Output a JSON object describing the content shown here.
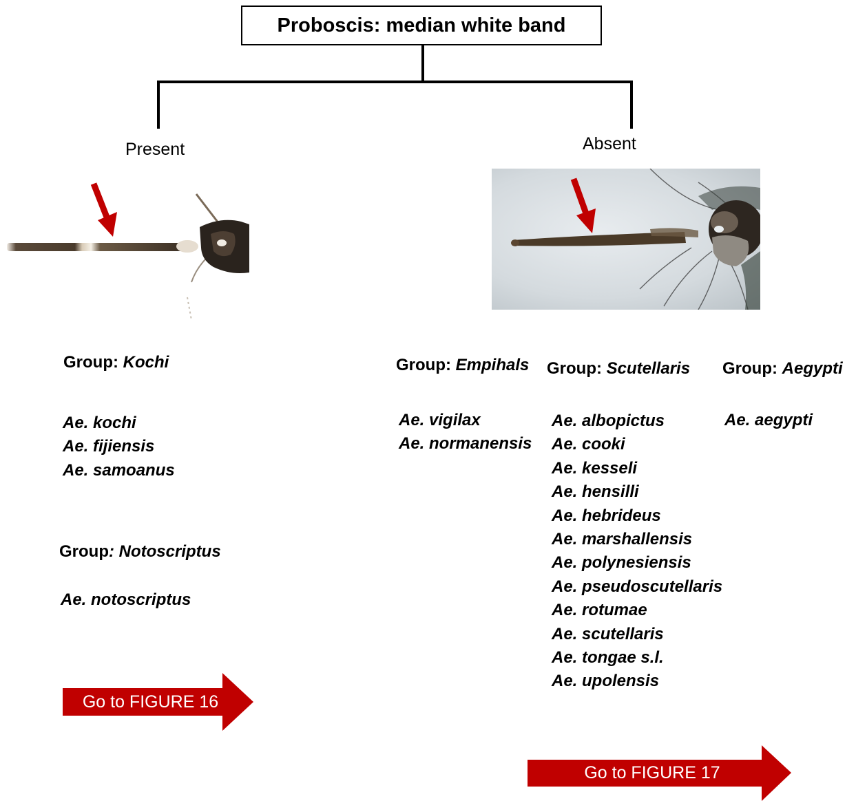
{
  "title": "Proboscis:  median white band",
  "branches": {
    "present": {
      "label": "Present"
    },
    "absent": {
      "label": "Absent"
    }
  },
  "colors": {
    "arrow_red": "#c00000",
    "line": "#000000"
  },
  "groups": {
    "kochi": {
      "prefix": "Group: ",
      "name": "Kochi",
      "species": [
        "Ae. kochi",
        "Ae. fijiensis",
        "Ae. samoanus"
      ]
    },
    "notoscriptus": {
      "prefix": "Group",
      "name": ": Notoscriptus",
      "species": [
        "Ae. notoscriptus"
      ]
    },
    "empihals": {
      "prefix": "Group: ",
      "name": "Empihals",
      "species": [
        "Ae. vigilax",
        "Ae. normanensis"
      ]
    },
    "scutellaris": {
      "prefix": "Group: ",
      "name": "Scutellaris",
      "species": [
        "Ae. albopictus",
        "Ae. cooki",
        "Ae. kesseli",
        "Ae. hensilli",
        "Ae. hebrideus",
        "Ae. marshallensis",
        "Ae. polynesiensis",
        "Ae. pseudoscutellaris",
        "Ae. rotumae",
        "Ae. scutellaris",
        "Ae. tongae s.l.",
        "Ae. upolensis"
      ]
    },
    "aegypti": {
      "prefix": "Group: ",
      "name": "Aegypti",
      "species": [
        "Ae. aegypti"
      ]
    }
  },
  "links": {
    "figure16": "Go to FIGURE 16",
    "figure17": "Go to FIGURE 17"
  }
}
